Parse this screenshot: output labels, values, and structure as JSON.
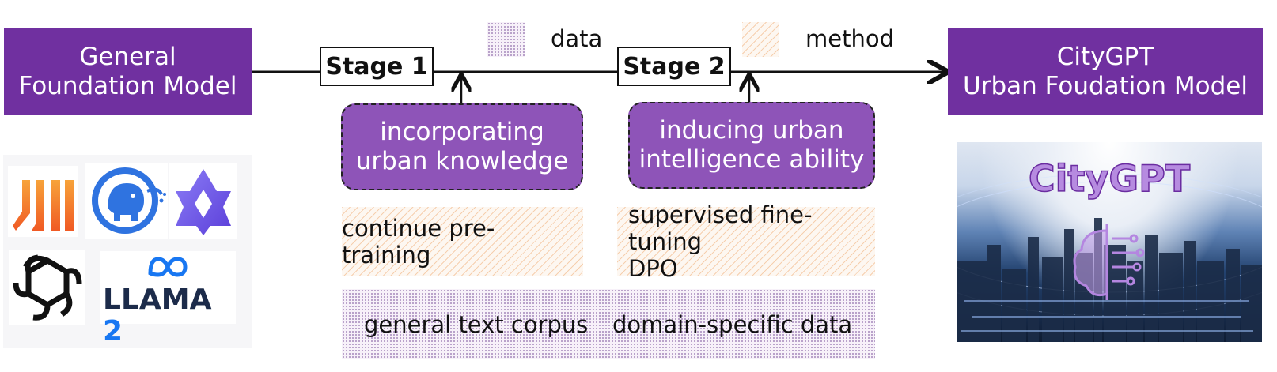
{
  "legend": {
    "data_label": "data",
    "method_label": "method"
  },
  "left_model": {
    "line1": "General",
    "line2": "Foundation Model"
  },
  "right_model": {
    "line1": "CityGPT",
    "line2": "Urban Foudation Model"
  },
  "stage1": {
    "label": "Stage 1",
    "goal_line1": "incorporating",
    "goal_line2": "urban knowledge",
    "method": "continue pre-training"
  },
  "stage2": {
    "label": "Stage 2",
    "goal_line1": "inducing urban",
    "goal_line2": "intelligence ability",
    "method_line1": "supervised fine-tuning",
    "method_line2": "DPO"
  },
  "data_box": {
    "item1": "general text corpus",
    "item2": "domain-specific data"
  },
  "logos": {
    "llama_brand": "LLAMA",
    "llama_version": "2"
  },
  "city_image": {
    "title": "CityGPT"
  },
  "colors": {
    "purple": "#7030a0",
    "light_purple": "#8e54b8",
    "method_stripe": "#f6cfae",
    "data_dot": "#a487bb"
  }
}
